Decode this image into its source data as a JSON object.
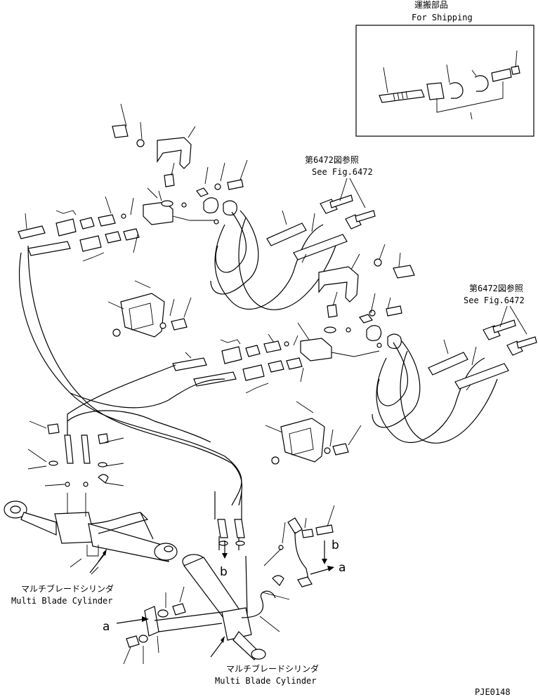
{
  "shipping_box": {
    "title_jp": "運搬部品",
    "title_en": "For Shipping"
  },
  "refs": [
    {
      "jp": "第6472図参照",
      "en": "See Fig.6472"
    },
    {
      "jp": "第6472図参照",
      "en": "See Fig.6472"
    }
  ],
  "cylinders": [
    {
      "jp": "マルチブレードシリンダ",
      "en": "Multi Blade Cylinder"
    },
    {
      "jp": "マルチブレードシリンダ",
      "en": "Multi Blade Cylinder"
    }
  ],
  "markers": {
    "a": "a",
    "b": "b"
  },
  "drawing_code": "PJE0148"
}
